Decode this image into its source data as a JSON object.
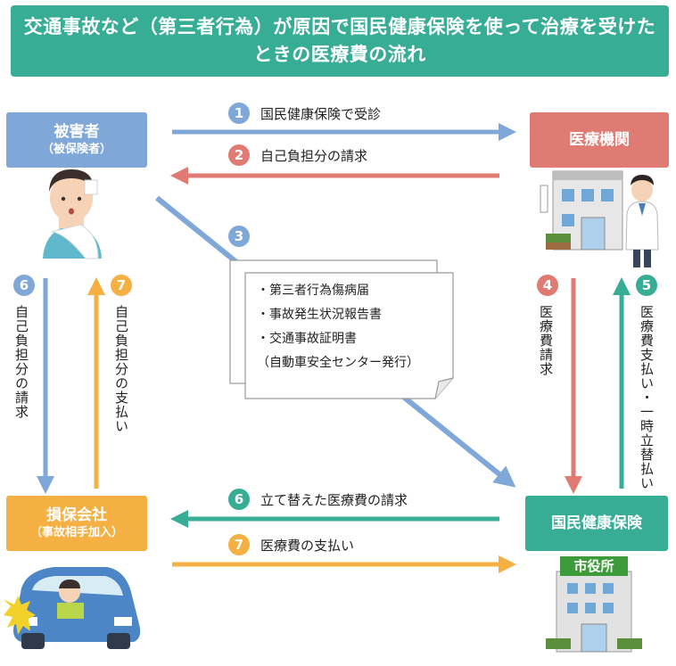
{
  "title": {
    "line1": "交通事故など（第三者行為）が原因で国民健康保険を使って治療を受けた",
    "line2": "ときの医療費の流れ"
  },
  "nodes": {
    "victim": {
      "label": "被害者",
      "sub": "（被保険者）"
    },
    "hospital": {
      "label": "医療機関"
    },
    "insurer": {
      "label": "損保会社",
      "sub": "（事故相手加入）"
    },
    "nhi": {
      "label": "国民健康保険"
    },
    "city_hall_sign": "市役所"
  },
  "flows": {
    "f1": {
      "num": "1",
      "label": "国民健康保険で受診"
    },
    "f2": {
      "num": "2",
      "label": "自己負担分の請求"
    },
    "f3": {
      "num": "3"
    },
    "f4": {
      "num": "4",
      "label": "医療費請求"
    },
    "f5": {
      "num": "5",
      "label": "医療費支払い・一時立替払い"
    },
    "f6a": {
      "num": "6",
      "label": "自己負担分の請求"
    },
    "f7a": {
      "num": "7",
      "label": "自己負担分の支払い"
    },
    "f6b": {
      "num": "6",
      "label": "立て替えた医療費の請求"
    },
    "f7b": {
      "num": "7",
      "label": "医療費の支払い"
    }
  },
  "documents": {
    "items": [
      "・第三者行為傷病届",
      "・事故発生状況報告書",
      "・交通事故証明書"
    ],
    "note": "（自動車安全センター発行）"
  },
  "colors": {
    "teal": "#37ad96",
    "blue": "#7fa7d8",
    "red": "#e07b73",
    "orange": "#f4b043"
  }
}
